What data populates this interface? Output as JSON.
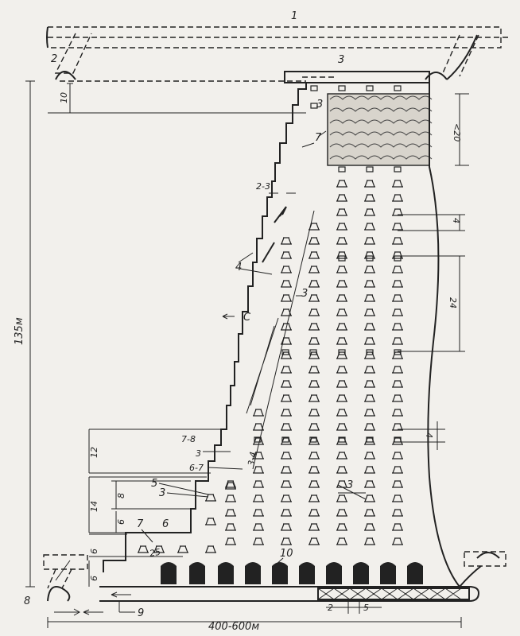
{
  "labels": {
    "n1": "1",
    "n2": "2",
    "n3a": "3",
    "n3b": "3",
    "n3c": "3",
    "n3d": "3",
    "n3e": "3",
    "n4": "4",
    "n5": "5",
    "n6": "6",
    "n7a": "7",
    "n7b": "7",
    "n8": "8",
    "n9": "9",
    "n10": "10"
  },
  "dimensions": {
    "d10": "10",
    "d20": "<20",
    "d2_3": "2-3",
    "d4a": "4",
    "d24": "24",
    "d4b": "4",
    "d135": "135м",
    "d12": "12",
    "d7_8": "7-8",
    "d3": "3",
    "d3_4": "3-4",
    "d6_7": "6-7",
    "d14": "14",
    "d8": "8",
    "d6a": "6",
    "d6b": "6",
    "d6c": "6",
    "d25": "25",
    "d2": "2",
    "d5": "5",
    "d400_600": "400-600м",
    "dC": "С"
  }
}
